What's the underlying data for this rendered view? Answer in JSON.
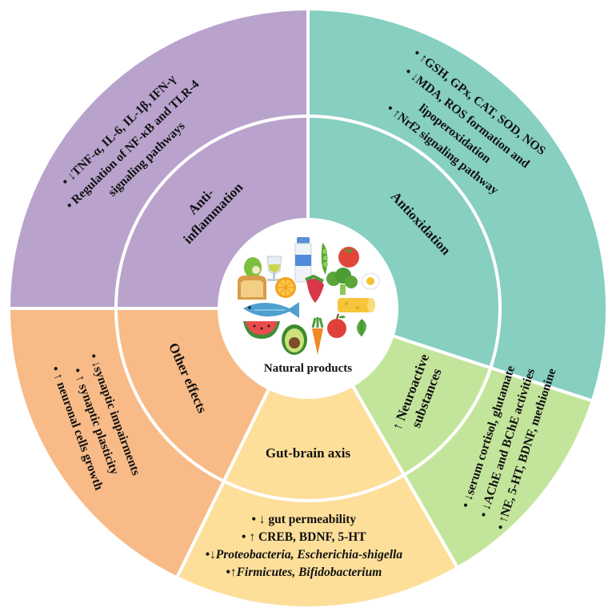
{
  "center": {
    "label": "Natural products"
  },
  "colors": {
    "anti_inflammation": "#b9a3cd",
    "antioxidation": "#86cfc1",
    "neuroactive": "#c3e59b",
    "gut_brain": "#fddf9a",
    "other": "#f8bb87",
    "divider": "#ffffff"
  },
  "sectors": {
    "anti_inflammation": {
      "category": [
        "Anti-",
        "inflammation"
      ],
      "details": [
        "• ↓TNF-α, IL-6, IL-1β, IFN-γ",
        "• Regulation of NF-κB and TLR-4",
        "signaling pathways"
      ]
    },
    "antioxidation": {
      "category": [
        "Antioxidation"
      ],
      "details": [
        "• ↑GSH, GPx, CAT, SOD, NOS",
        "• ↓MDA, ROS formation and",
        "lipoperoxidation",
        "• ↑Nrf2 signaling pathway"
      ]
    },
    "neuroactive": {
      "category": [
        "↑ Neuroactive",
        "substances"
      ],
      "details": [
        "• ↓serum cortisol, glutamate",
        "• ↓AChE and BChE activities",
        "• ↑NE, 5-HT, BDNF, methionine"
      ]
    },
    "gut_brain": {
      "category": [
        "Gut-brain axis"
      ],
      "details": [
        "• ↓ gut permeability",
        "• ↑ CREB, BDNF, 5-HT",
        "•↓Proteobacteria, Escherichia-shigella",
        "•↑Firmicutes, Bifidobacterium"
      ]
    },
    "other": {
      "category": [
        "Other effects"
      ],
      "details": [
        "• ↓synaptic impairments",
        "• ↑ synaptic plasticity",
        "• ↑ neuronal cells growth"
      ]
    }
  },
  "food_icons": [
    "pear-icon",
    "wine-glass-icon",
    "milk-bottle-icon",
    "peapod-icon",
    "tomato-icon",
    "bread-icon",
    "orange-slice-icon",
    "strawberry-icon",
    "broccoli-icon",
    "egg-icon",
    "fish-icon",
    "cheese-icon",
    "watermelon-icon",
    "avocado-icon",
    "carrot-icon",
    "apple-icon",
    "leaf-icon"
  ]
}
